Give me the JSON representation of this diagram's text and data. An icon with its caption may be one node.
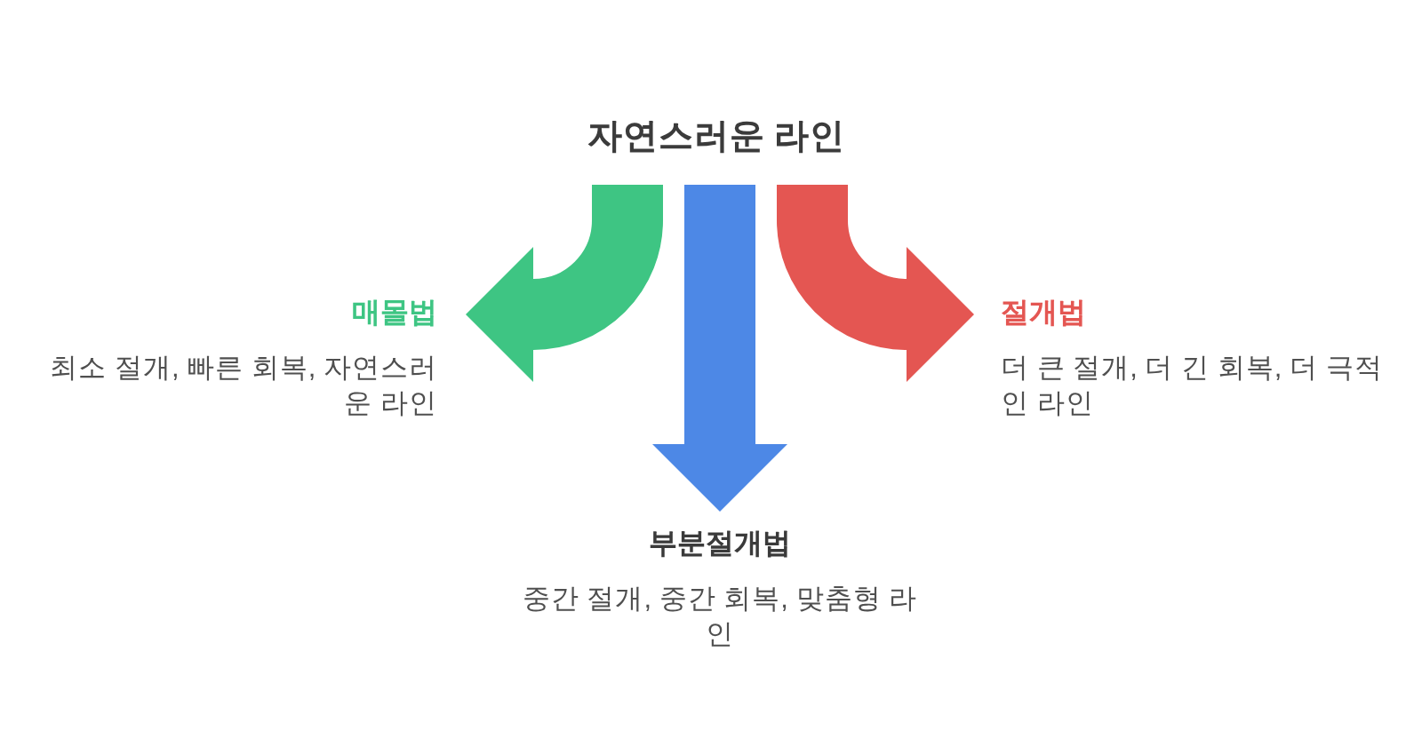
{
  "diagram": {
    "nodes": [
      {
        "text": [
          "자연스러운 라인"
        ]
      },
      {
        "text": [
          "매몰법",
          "최소 절개, 빠른 회복, 자연스러운 라인"
        ]
      },
      {
        "text": [
          "절개법",
          "더 큰 절개, 더 긴 회복, 더 극적인 라인"
        ]
      },
      {
        "text": [
          "부분절개법",
          "중간 절개, 중간 회복, 맞춤형 라인"
        ]
      }
    ],
    "edges": [
      {
        "from": 0,
        "to": 1,
        "arrow": "to",
        "color": "#3ec583"
      },
      {
        "from": 0,
        "to": 3,
        "arrow": "to",
        "color": "#4d88e6"
      },
      {
        "from": 0,
        "to": 2,
        "arrow": "to",
        "color": "#e45652"
      }
    ]
  }
}
